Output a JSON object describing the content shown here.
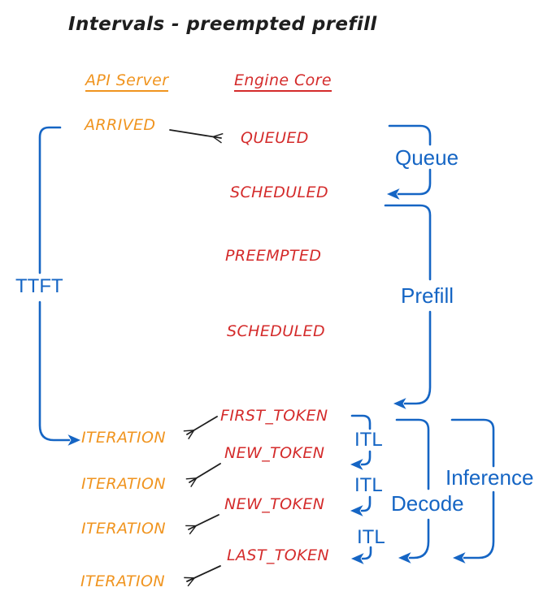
{
  "title": "Intervals - preempted prefill",
  "columns": {
    "api_server": "API Server",
    "engine_core": "Engine Core"
  },
  "events": {
    "arrived": "ARRIVED",
    "queued": "QUEUED",
    "scheduled_1": "SCHEDULED",
    "preempted": "PREEMPTED",
    "scheduled_2": "SCHEDULED",
    "first_token": "FIRST_TOKEN",
    "iteration_1": "ITERATION",
    "new_token_1": "NEW_TOKEN",
    "iteration_2": "ITERATION",
    "new_token_2": "NEW_TOKEN",
    "iteration_3": "ITERATION",
    "last_token": "LAST_TOKEN",
    "iteration_4": "ITERATION"
  },
  "intervals": {
    "ttft": "TTFT",
    "queue": "Queue",
    "prefill": "Prefill",
    "itl_1": "ITL",
    "itl_2": "ITL",
    "itl_3": "ITL",
    "decode": "Decode",
    "inference": "Inference"
  },
  "colors": {
    "api_orange": "#F0941F",
    "engine_red": "#D42B2B",
    "interval_blue": "#1565C4",
    "arrow_black": "#1E1E1E",
    "background": "#FFFFFF"
  }
}
